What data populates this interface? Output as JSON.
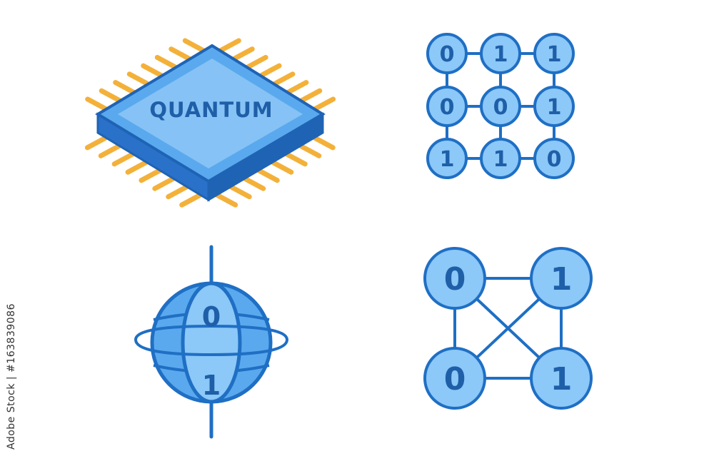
{
  "chip": {
    "label": "QUANTUM"
  },
  "grid": {
    "bits": [
      "0",
      "1",
      "1",
      "0",
      "0",
      "1",
      "1",
      "1",
      "0"
    ]
  },
  "sphere": {
    "top_bit": "0",
    "bottom_bit": "1"
  },
  "network": {
    "bits": [
      "0",
      "1",
      "0",
      "1"
    ]
  },
  "watermark": {
    "text": "Adobe Stock | #163839086"
  },
  "colors": {
    "stroke": "#1f6fc4",
    "fill_light": "#8cc8f8",
    "fill_mid": "#5aa9ee",
    "fill_dark": "#2f7fd2",
    "chip_top": "#6fb4f2",
    "pins": "#f3b13a"
  }
}
